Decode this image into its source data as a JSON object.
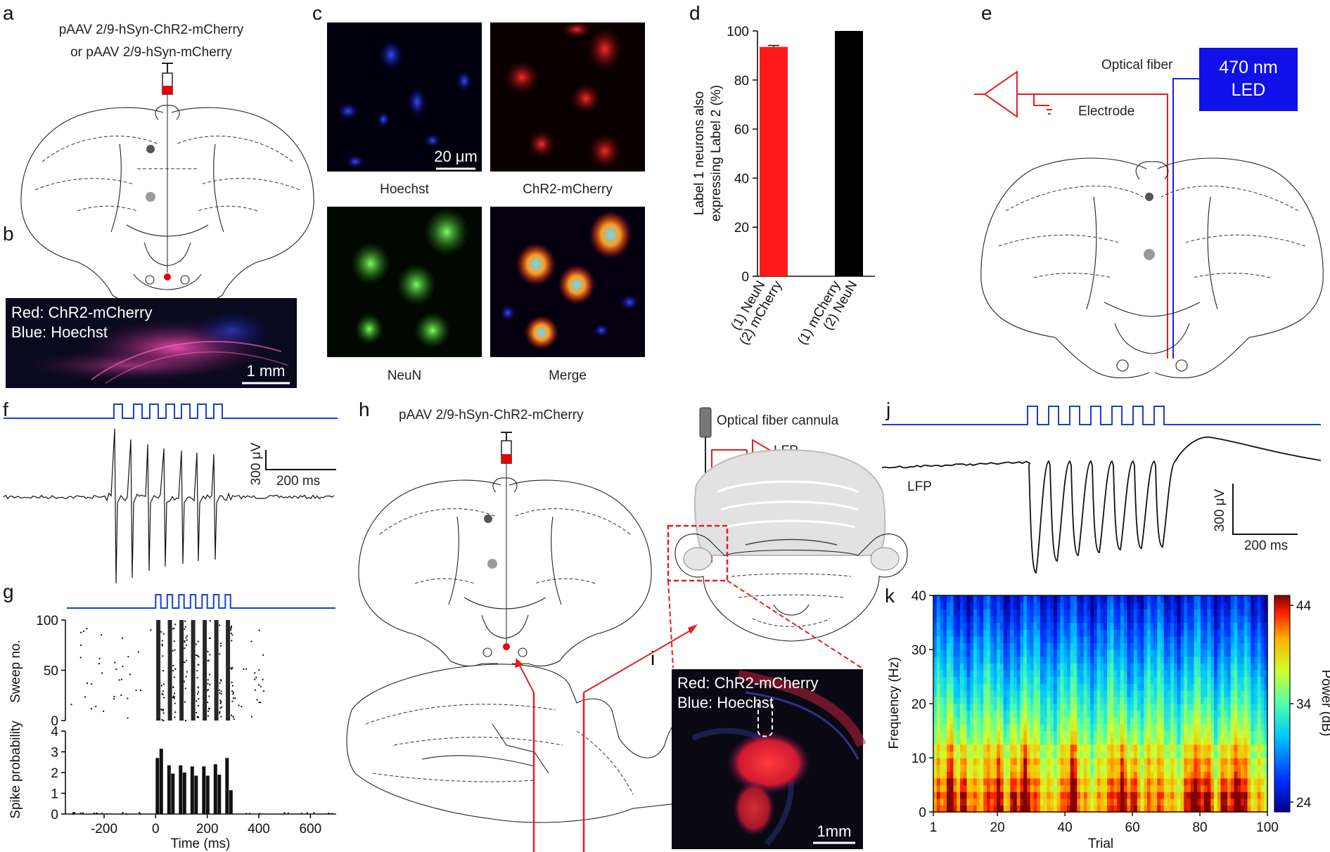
{
  "panels": {
    "a": "a",
    "b": "b",
    "c": "c",
    "d": "d",
    "e": "e",
    "f": "f",
    "g": "g",
    "h": "h",
    "i": "i",
    "j": "j",
    "k": "k"
  },
  "panel_a": {
    "line1": "pAAV 2/9-hSyn-ChR2-mCherry",
    "line2": "or pAAV 2/9-hSyn-mCherry"
  },
  "panel_b": {
    "red_label": "Red: ChR2-mCherry",
    "blue_label": "Blue: Hoechst",
    "scale": "1 mm"
  },
  "panel_c": {
    "labels": [
      "Hoechst",
      "ChR2-mCherry",
      "NeuN",
      "Merge"
    ],
    "scale": "20 μm"
  },
  "panel_e": {
    "fiber": "Optical fiber",
    "led_line1": "470 nm",
    "led_line2": "LED",
    "electrode": "Electrode"
  },
  "panel_f": {
    "scale_v": "300 μV",
    "scale_t": "200 ms"
  },
  "panel_h": {
    "title": "pAAV 2/9-hSyn-ChR2-mCherry",
    "cannula": "Optical fiber cannula",
    "lfp": "LFP"
  },
  "panel_i": {
    "red_label": "Red: ChR2-mCherry",
    "blue_label": "Blue: Hoechst",
    "scale": "1mm"
  },
  "panel_j": {
    "lfp": "LFP",
    "scale_v": "300 μV",
    "scale_t": "200 ms"
  },
  "colors": {
    "stim_blue": "#1a3fd0",
    "chr2_red": "#ff1a1a",
    "control_black": "#000000",
    "led_box": "#1010e8"
  },
  "chart_data": [
    {
      "id": "d",
      "type": "bar",
      "ylabel_line1": "Label 1 neurons also",
      "ylabel_line2": "expressing Label 2 (%)",
      "ylim": [
        0,
        100
      ],
      "yticks": [
        0,
        20,
        40,
        60,
        80,
        100
      ],
      "categories": [
        {
          "line1": "(1) NeuN",
          "line2": "(2) mCherry"
        },
        {
          "line1": "(1) mCherry",
          "line2": "(2) NeuN"
        }
      ],
      "values": [
        93.5,
        100
      ],
      "errors": [
        0.6,
        0
      ],
      "colors": [
        "#ff1a1a",
        "#000000"
      ]
    },
    {
      "id": "g-raster",
      "type": "scatter",
      "ylabel": "Sweep no.",
      "ylim": [
        0,
        100
      ],
      "yticks": [
        0,
        50,
        100
      ],
      "xlim": [
        -350,
        700
      ],
      "pulse_onsets_ms": [
        0,
        45,
        90,
        135,
        180,
        225,
        270
      ],
      "pulse_width_ms": 20
    },
    {
      "id": "g-psth",
      "type": "bar",
      "xlabel": "Time (ms)",
      "ylabel": "Spike probability",
      "xlim": [
        -350,
        700
      ],
      "ylim": [
        0,
        4
      ],
      "xticks": [
        -200,
        0,
        200,
        400,
        600
      ],
      "yticks": [
        0,
        1,
        2,
        3,
        4
      ],
      "bins_ms": [
        0,
        15,
        45,
        60,
        90,
        105,
        135,
        150,
        180,
        195,
        225,
        240,
        270,
        285
      ],
      "values": [
        2.7,
        3.15,
        2.35,
        1.95,
        2.35,
        2.0,
        2.3,
        1.85,
        2.3,
        1.85,
        2.4,
        1.9,
        2.7,
        1.15
      ]
    },
    {
      "id": "k",
      "type": "heatmap",
      "xlabel": "Trial",
      "ylabel": "Frequency (Hz)",
      "xlim": [
        1,
        100
      ],
      "ylim": [
        0,
        40
      ],
      "xticks": [
        1,
        20,
        40,
        60,
        80,
        100
      ],
      "yticks": [
        0,
        10,
        20,
        30,
        40
      ],
      "colorbar_label": "Power (dB)",
      "colorbar_ticks": [
        24,
        34,
        44
      ],
      "colorbar_range": [
        23,
        45
      ]
    }
  ]
}
